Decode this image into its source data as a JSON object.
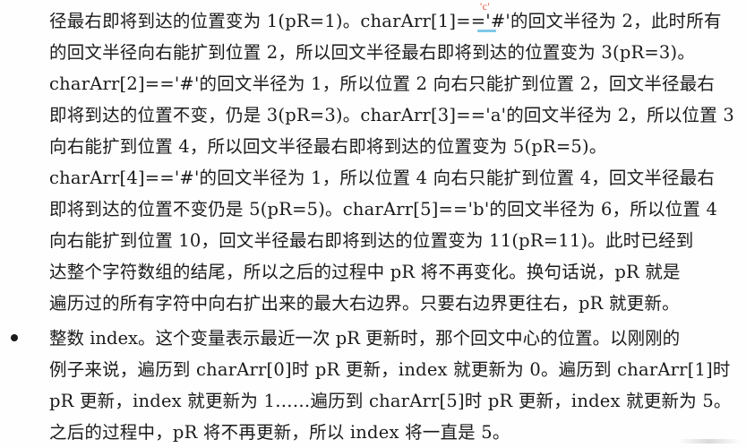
{
  "document": {
    "type": "scanned-text-page",
    "language": "zh-CN",
    "topic": "Manacher algorithm explanation (pR and index variables)",
    "paragraph": {
      "lines": [
        {
          "id": "line-1",
          "text": "径最右即将到达的位置变为 1(pR=1)。charArr[1]=='#'的回文半径为 2，此时所有",
          "segments": [
            "径最右即将到达的位置变为 1(pR=1)。charArr[1]=='#'的回文半径为 2，此时所有"
          ]
        },
        {
          "id": "line-2",
          "text": "的回文半径向右能扩到位置 2，所以回文半径最右即将到达的位置变为 3(pR=3)。",
          "segments": [
            "的回文半径向右能扩到位置 2，所以回文半径最右即将到达的位置变为 3(pR=3)。"
          ]
        },
        {
          "id": "line-3",
          "text": "charArr[2]=='#'的回文半径为 1，所以位置 2 向右只能扩到位置 2，回文半径最右",
          "segments": [
            "charArr[2]=='#'的回文半径为 1，所以位置 2 向右只能扩到位置 2，回文半径最右"
          ]
        },
        {
          "id": "line-4",
          "text": "即将到达的位置不变，仍是 3(pR=3)。charArr[3]=='a'的回文半径为 2，所以位置 3",
          "segments": [
            "即将到达的位置不变，仍是 3(pR=3)。charArr[3]=='a'的回文半径为 2，所以位置 3"
          ]
        },
        {
          "id": "line-5",
          "text": "向右能扩到位置 4，所以回文半径最右即将到达的位置变为 5(pR=5)。",
          "segments": [
            "向右能扩到位置 4，所以回文半径最右即将到达的位置变为 5(pR=5)。"
          ]
        },
        {
          "id": "line-6",
          "text": "charArr[4]=='#'的回文半径为 1，所以位置 4 向右只能扩到位置 4，回文半径最右",
          "segments": [
            "charArr[4]=='#'的回文半径为 1，所以位置 4 向右只能扩到位置 4，回文半径最右"
          ]
        },
        {
          "id": "line-7",
          "text": "即将到达的位置不变仍是 5(pR=5)。charArr[5]=='b'的回文半径为 6，所以位置 4",
          "segments": [
            "即将到达的位置不变仍是 5(pR=5)。charArr[5]=='b'的回文半径为 6，所以位置 4"
          ]
        },
        {
          "id": "line-8",
          "text": "向右能扩到位置 10，回文半径最右即将到达的位置变为 11(pR=11)。此时已经到",
          "segments": [
            "向右能扩到位置 10，回文半径最右即将到达的位置变为 11(pR=11)。此时已经到"
          ]
        },
        {
          "id": "line-9",
          "text": "达整个字符数组的结尾，所以之后的过程中 pR 将不再变化。换句话说，pR 就是",
          "segments": [
            "达整个字符数组的结尾，所以之后的过程中 pR 将不再变化。换句话说，pR 就是"
          ]
        },
        {
          "id": "line-10",
          "text": "遍历过的所有字符中向右扩出来的最大右边界。只要右边界更往右，pR 就更新。",
          "segments": [
            "遍历过的所有字符中向右扩出来的最大右边界。只要右边界更往右，pR 就更新。"
          ]
        }
      ]
    },
    "bullet_item": {
      "marker": "•",
      "lines": [
        {
          "id": "bullet-line-1",
          "text": "整数 index。这个变量表示最近一次 pR 更新时，那个回文中心的位置。以刚刚的"
        },
        {
          "id": "bullet-line-2",
          "text": "例子来说，遍历到 charArr[0]时 pR 更新，index 就更新为 0。遍历到 charArr[1]时"
        },
        {
          "id": "bullet-line-3",
          "text": "pR 更新，index 就更新为 1……遍历到 charArr[5]时 pR 更新，index 就更新为 5。"
        },
        {
          "id": "bullet-line-4",
          "text": "之后的过程中，pR 将不再更新，所以 index 将一直是 5。"
        }
      ]
    },
    "annotations": [
      {
        "id": "handwritten-c",
        "kind": "red-margin-note",
        "text": "'c'",
        "color": "#e8533a",
        "target": "'#'  in charArr[1]=='#' on line 1"
      },
      {
        "id": "blue-underline",
        "kind": "underline-highlight",
        "color": "#7ec8e8",
        "target": "'#'  in charArr[1]=='#' on line 1"
      }
    ],
    "colors": {
      "page_background": "#fefefe",
      "text": "#1b1b1b",
      "annotation_red": "#e8533a",
      "annotation_blue": "#7ec8e8"
    }
  }
}
